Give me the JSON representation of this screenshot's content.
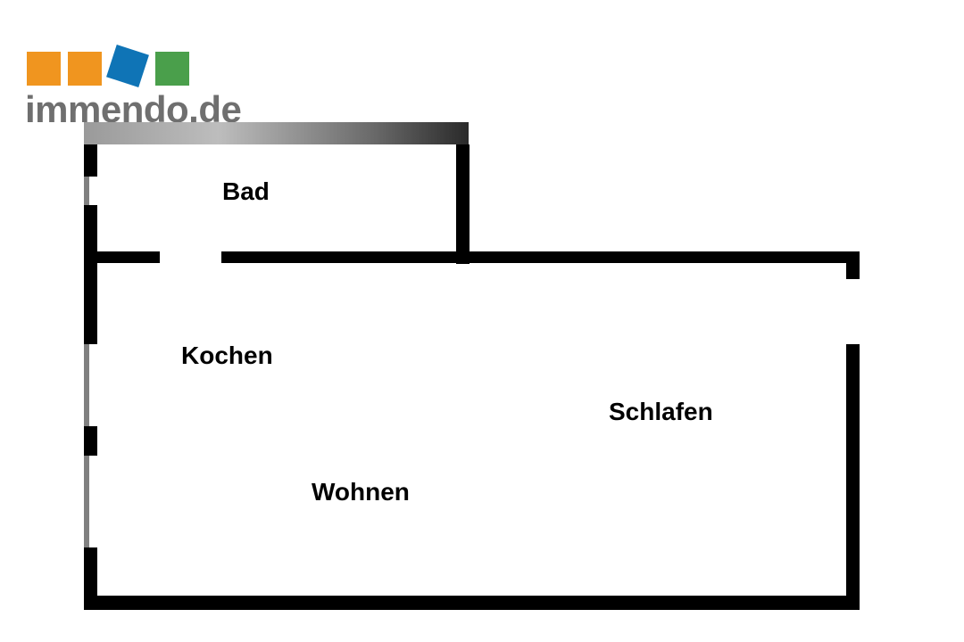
{
  "logo": {
    "text": "immendo.de",
    "colors": [
      "#f0951f",
      "#f0951f",
      "#0f74b6",
      "#4a9f4b"
    ]
  },
  "floorplan": {
    "wall_color": "#000000",
    "window_color": "#808080",
    "rooms": [
      {
        "id": "bad",
        "label": "Bad"
      },
      {
        "id": "kochen",
        "label": "Kochen"
      },
      {
        "id": "wohnen",
        "label": "Wohnen"
      },
      {
        "id": "schlafen",
        "label": "Schlafen"
      }
    ]
  }
}
